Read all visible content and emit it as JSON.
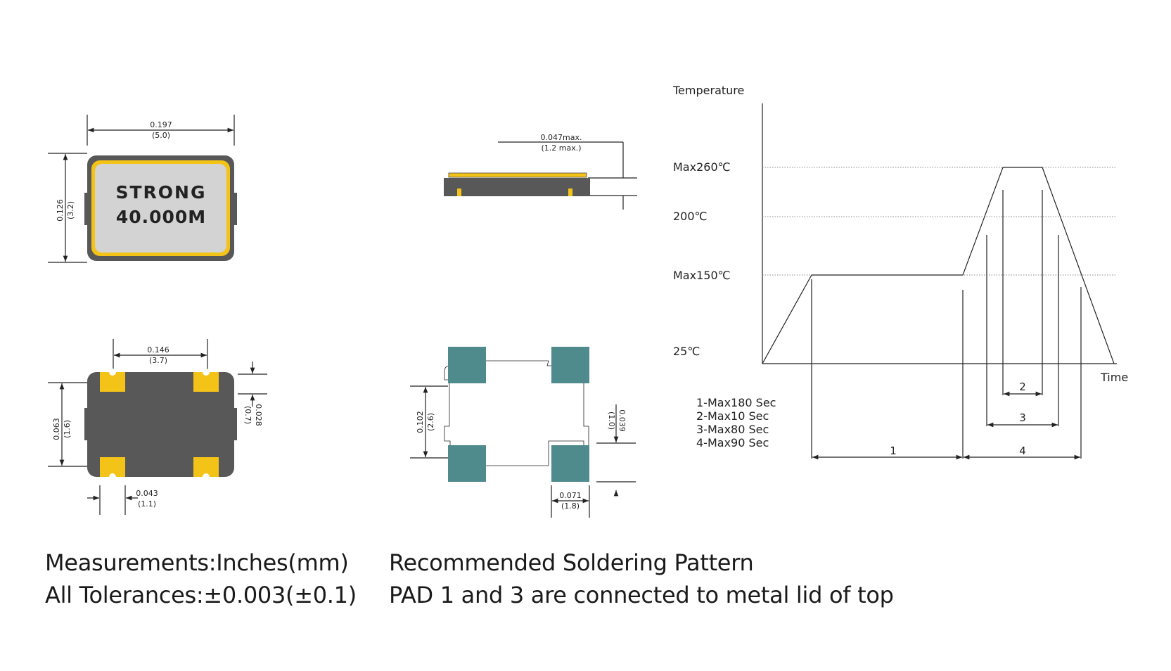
{
  "colors": {
    "package_body": "#585858",
    "lid_gold": "#f4c318",
    "lid_face": "#d3d3d3",
    "pad_teal": "#4f8a8d",
    "line": "#222222"
  },
  "top_view": {
    "marking_line1": "STRONG",
    "marking_line2": "40.000M",
    "width_in": "0.197",
    "width_mm": "(5.0)",
    "height_in": "0.126",
    "height_mm": "(3.2)"
  },
  "side_view": {
    "height_in": "0.047max.",
    "height_mm": "(1.2 max.)"
  },
  "bottom_view": {
    "pad_pitch_in": "0.146",
    "pad_pitch_mm": "(3.7)",
    "body_h_in": "0.063",
    "body_h_mm": "(1.6)",
    "pad_h_in": "0.028",
    "pad_h_mm": "(0.7)",
    "pad_w_in": "0.043",
    "pad_w_mm": "(1.1)"
  },
  "land_pattern": {
    "span_in": "0.102",
    "span_mm": "(2.6)",
    "pad_h_in": "0.039",
    "pad_h_mm": "(1.0)",
    "pad_w_in": "0.071",
    "pad_w_mm": "(1.8)"
  },
  "reflow": {
    "y_axis_label": "Temperature",
    "x_axis_label": "Time",
    "levels": [
      "Max260℃",
      "200℃",
      "Max150℃",
      "25℃"
    ],
    "legend": [
      "1-Max180 Sec",
      "2-Max10 Sec",
      "3-Max80 Sec",
      "4-Max90 Sec"
    ],
    "interval_labels": [
      "1",
      "2",
      "3",
      "4"
    ]
  },
  "notes": {
    "left_line1": "Measurements:Inches(mm)",
    "left_line2": "All Tolerances:±0.003(±0.1)",
    "right_line1": "Recommended Soldering Pattern",
    "right_line2": "PAD 1 and 3 are connected to metal lid of top"
  }
}
